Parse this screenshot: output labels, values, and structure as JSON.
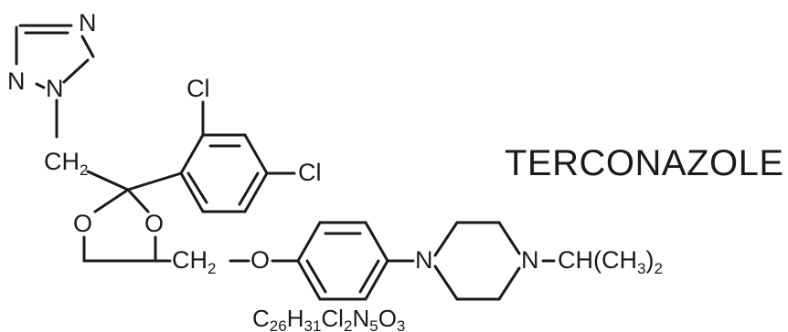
{
  "compound": {
    "name": "TERCONAZOLE",
    "formula": {
      "parts": [
        "C",
        "26",
        "H",
        "31",
        "Cl",
        "2",
        "N",
        "5",
        "O",
        "3"
      ]
    }
  },
  "labels": {
    "triazole_n_top": "N",
    "triazole_n_left": "N",
    "triazole_n_right": "N",
    "ch2_upper": "CH",
    "ch2_upper_sub": "2",
    "chlorine_top": "Cl",
    "chlorine_right": "Cl",
    "oxygen_left": "O",
    "oxygen_right": "O",
    "ch2_lower": "CH",
    "ch2_lower_sub": "2",
    "ether_oxygen": "O",
    "piperazine_n_left": "N",
    "piperazine_n_right": "N",
    "isopropyl": "CH(CH",
    "isopropyl_sub": "3",
    "isopropyl_close": ")",
    "isopropyl_sub2": "2"
  }
}
